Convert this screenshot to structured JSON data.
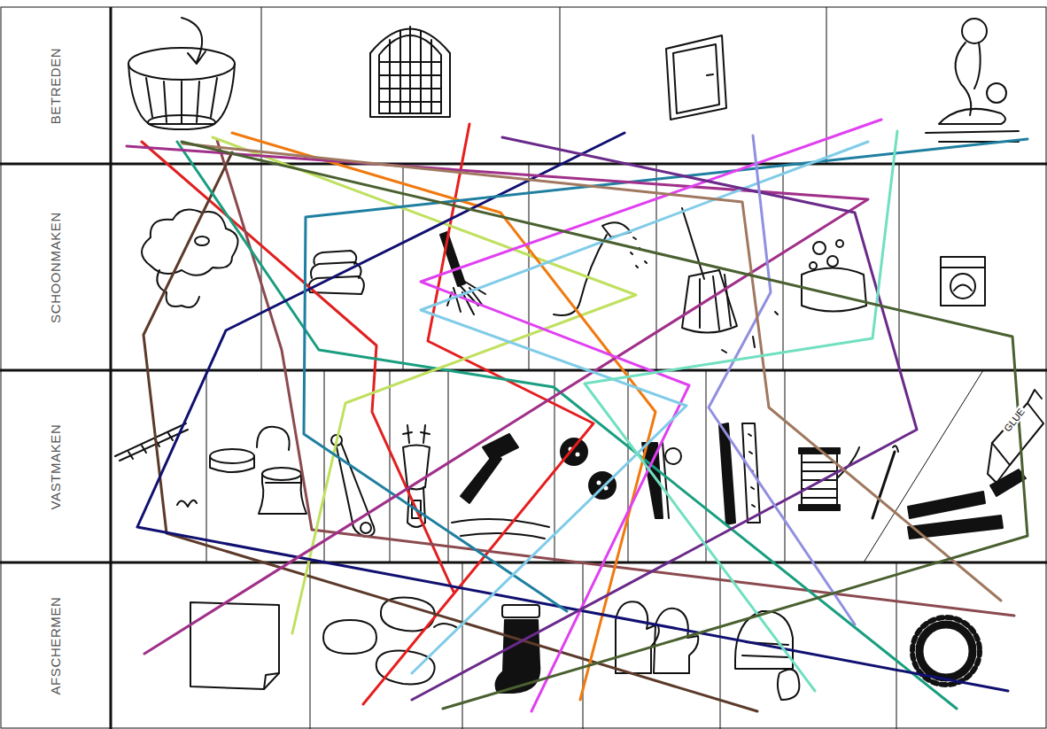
{
  "diagram": {
    "nodes": [
      {
        "text": [
          "BETREDEN"
        ]
      },
      {
        "text": [
          "SCHOONMAKEN"
        ]
      },
      {
        "text": [
          "VASTMAKEN"
        ]
      },
      {
        "text": [
          "AFSCHERMEN"
        ]
      }
    ],
    "labels": [
      "GLUE"
    ]
  }
}
